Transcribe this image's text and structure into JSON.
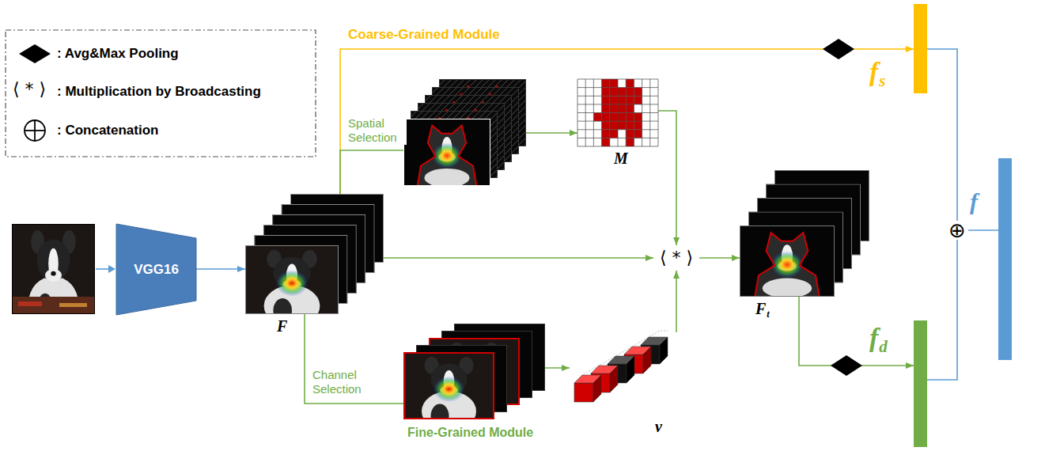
{
  "diagram": {
    "nodes": [
      {
        "text": [
          "VGG16"
        ]
      },
      {
        "text": [
          "F"
        ]
      },
      {
        "text": [
          "M"
        ]
      },
      {
        "text": [
          "v"
        ]
      },
      {
        "text": [
          "⟨ * ⟩"
        ]
      },
      {
        "text": [
          "F",
          "t"
        ]
      },
      {
        "text": [
          "f",
          "s"
        ]
      },
      {
        "text": [
          "f",
          "d"
        ]
      },
      {
        "text": [
          "⊕"
        ]
      },
      {
        "text": [
          "f"
        ]
      }
    ],
    "edges": [
      {
        "from": 0,
        "to": 1,
        "arrow": "to"
      },
      {
        "from": 1,
        "to": 6,
        "arrow": "to",
        "label": "Coarse-Grained Module"
      },
      {
        "from": 1,
        "to": 2,
        "arrow": "to",
        "label": "Spatial Selection"
      },
      {
        "from": 1,
        "to": 3,
        "arrow": "to",
        "label": "Channel Selection"
      },
      {
        "from": 1,
        "to": 4,
        "arrow": "to"
      },
      {
        "from": 2,
        "to": 4,
        "arrow": "to"
      },
      {
        "from": 3,
        "to": 4,
        "arrow": "to"
      },
      {
        "from": 4,
        "to": 5,
        "arrow": "to"
      },
      {
        "from": 5,
        "to": 7,
        "arrow": "to"
      },
      {
        "from": 6,
        "to": 8,
        "arrow": "none"
      },
      {
        "from": 7,
        "to": 8,
        "arrow": "none"
      },
      {
        "from": 8,
        "to": 9,
        "arrow": "none"
      }
    ],
    "labels": [
      "⟨ * ⟩",
      "Fine-Grained Module"
    ],
    "legend": [
      {
        "text": ": Avg&Max Pooling"
      },
      {
        "text": ": Multiplication by Broadcasting"
      },
      {
        "text": ": Concatenation"
      }
    ]
  }
}
